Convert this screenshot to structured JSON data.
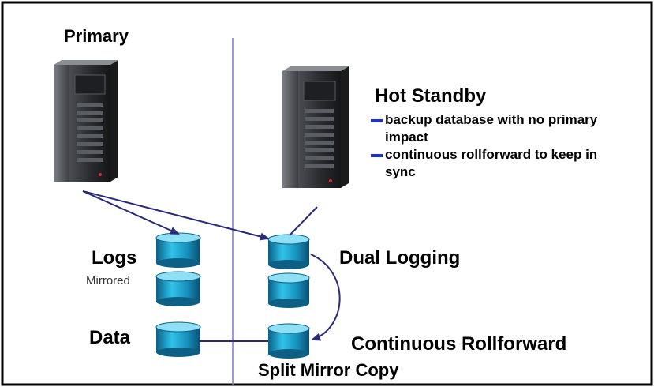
{
  "labels": {
    "primary": "Primary",
    "hot_standby": "Hot Standby",
    "logs": "Logs",
    "mirrored": "Mirrored",
    "data": "Data",
    "dual_logging": "Dual Logging",
    "continuous_rollforward": "Continuous Rollforward",
    "split_mirror_copy": "Split Mirror Copy"
  },
  "hot_standby_bullets": [
    "backup database with no primary impact",
    "continuous rollforward to keep in sync"
  ],
  "colors": {
    "arrow": "#2a2a7a",
    "bullet_dash": "#1f2fd6",
    "disk_body": "#1aa3c9",
    "disk_top": "#8fe0f5",
    "divider": "#7a7acf"
  }
}
